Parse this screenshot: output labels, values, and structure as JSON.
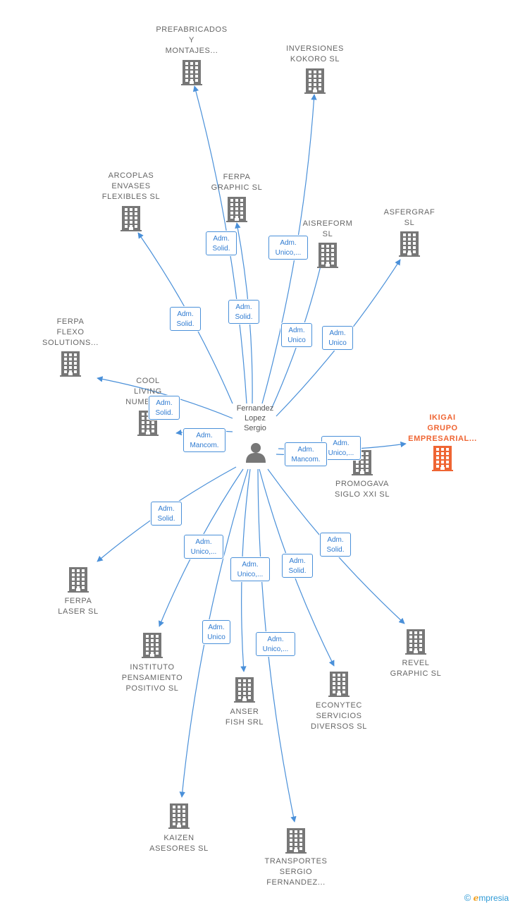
{
  "center": {
    "name": "Fernandez\nLopez\nSergio"
  },
  "colors": {
    "edge": "#4a90d9",
    "building": "#777777",
    "highlight": "#ef6533",
    "label_text": "#2f7bd1"
  },
  "companies": [
    {
      "id": "prefabricados",
      "label": "PREFABRICADOS\nY\nMONTAJES..."
    },
    {
      "id": "inversiones",
      "label": "INVERSIONES\nKOKORO SL"
    },
    {
      "id": "arcoplas",
      "label": "ARCOPLAS\nENVASES\nFLEXIBLES SL"
    },
    {
      "id": "ferpa-graphic",
      "label": "FERPA\nGRAPHIC SL"
    },
    {
      "id": "aisreform",
      "label": "AISREFORM\nSL"
    },
    {
      "id": "asfergraf",
      "label": "ASFERGRAF\nSL"
    },
    {
      "id": "ferpa-flexo",
      "label": "FERPA\nFLEXO\nSOLUTIONS..."
    },
    {
      "id": "cool-living",
      "label": "COOL\nLIVING\nNUMERO..."
    },
    {
      "id": "ikigai",
      "label": "IKIGAI\nGRUPO\nEMPRESARIAL...",
      "highlight": true
    },
    {
      "id": "promogava",
      "label": "PROMOGAVA\nSIGLO XXI SL"
    },
    {
      "id": "ferpa-laser",
      "label": "FERPA\nLASER SL"
    },
    {
      "id": "instituto",
      "label": "INSTITUTO\nPENSAMIENTO\nPOSITIVO SL"
    },
    {
      "id": "anser",
      "label": "ANSER\nFISH SRL"
    },
    {
      "id": "econytec",
      "label": "ECONYTEC\nSERVICIOS\nDIVERSOS SL"
    },
    {
      "id": "revel",
      "label": "REVEL\nGRAPHIC SL"
    },
    {
      "id": "kaizen",
      "label": "KAIZEN\nASESORES SL"
    },
    {
      "id": "transportes",
      "label": "TRANSPORTES\nSERGIO\nFERNANDEZ..."
    }
  ],
  "relations": [
    {
      "to": "prefabricados",
      "label": "Adm.\nSolid."
    },
    {
      "to": "inversiones",
      "label": "Adm.\nUnico,..."
    },
    {
      "to": "arcoplas",
      "label": "Adm.\nSolid."
    },
    {
      "to": "ferpa-graphic",
      "label": "Adm.\nSolid."
    },
    {
      "to": "aisreform",
      "label": "Adm.\nUnico"
    },
    {
      "to": "asfergraf",
      "label": "Adm.\nUnico"
    },
    {
      "to": "ferpa-flexo",
      "label": "Adm.\nSolid."
    },
    {
      "to": "cool-living",
      "label": "Adm.\nMancom."
    },
    {
      "to": "ikigai",
      "label": "Adm.\nUnico,..."
    },
    {
      "to": "promogava",
      "label": "Adm.\nMancom."
    },
    {
      "to": "ferpa-laser",
      "label": "Adm.\nSolid."
    },
    {
      "to": "instituto",
      "label": "Adm.\nUnico,..."
    },
    {
      "to": "anser",
      "label": "Adm.\nUnico,..."
    },
    {
      "to": "econytec",
      "label": "Adm.\nSolid."
    },
    {
      "to": "revel",
      "label": "Adm.\nSolid."
    },
    {
      "to": "kaizen",
      "label": "Adm.\nUnico"
    },
    {
      "to": "transportes",
      "label": "Adm.\nUnico,..."
    }
  ],
  "footer": {
    "copyright": "©",
    "brand_initial": "e",
    "brand_rest": "mpresia"
  }
}
